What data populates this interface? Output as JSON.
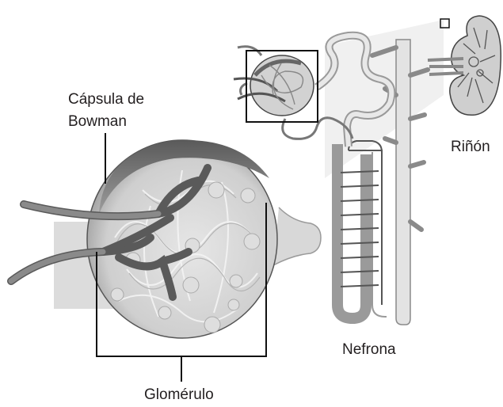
{
  "labels": {
    "capsule_line1": "Cápsula de",
    "capsule_line2": "Bowman",
    "kidney": "Riñón",
    "nephron": "Nefrona",
    "glomerulus": "Glomérulo"
  },
  "colors": {
    "outline": "#3a3a3a",
    "capsule_fill": "#c9c9c9",
    "capsule_dark": "#6a6a6a",
    "vessel": "#555555",
    "duct": "#e0e0e0",
    "light_beam": "#eeeeee"
  }
}
